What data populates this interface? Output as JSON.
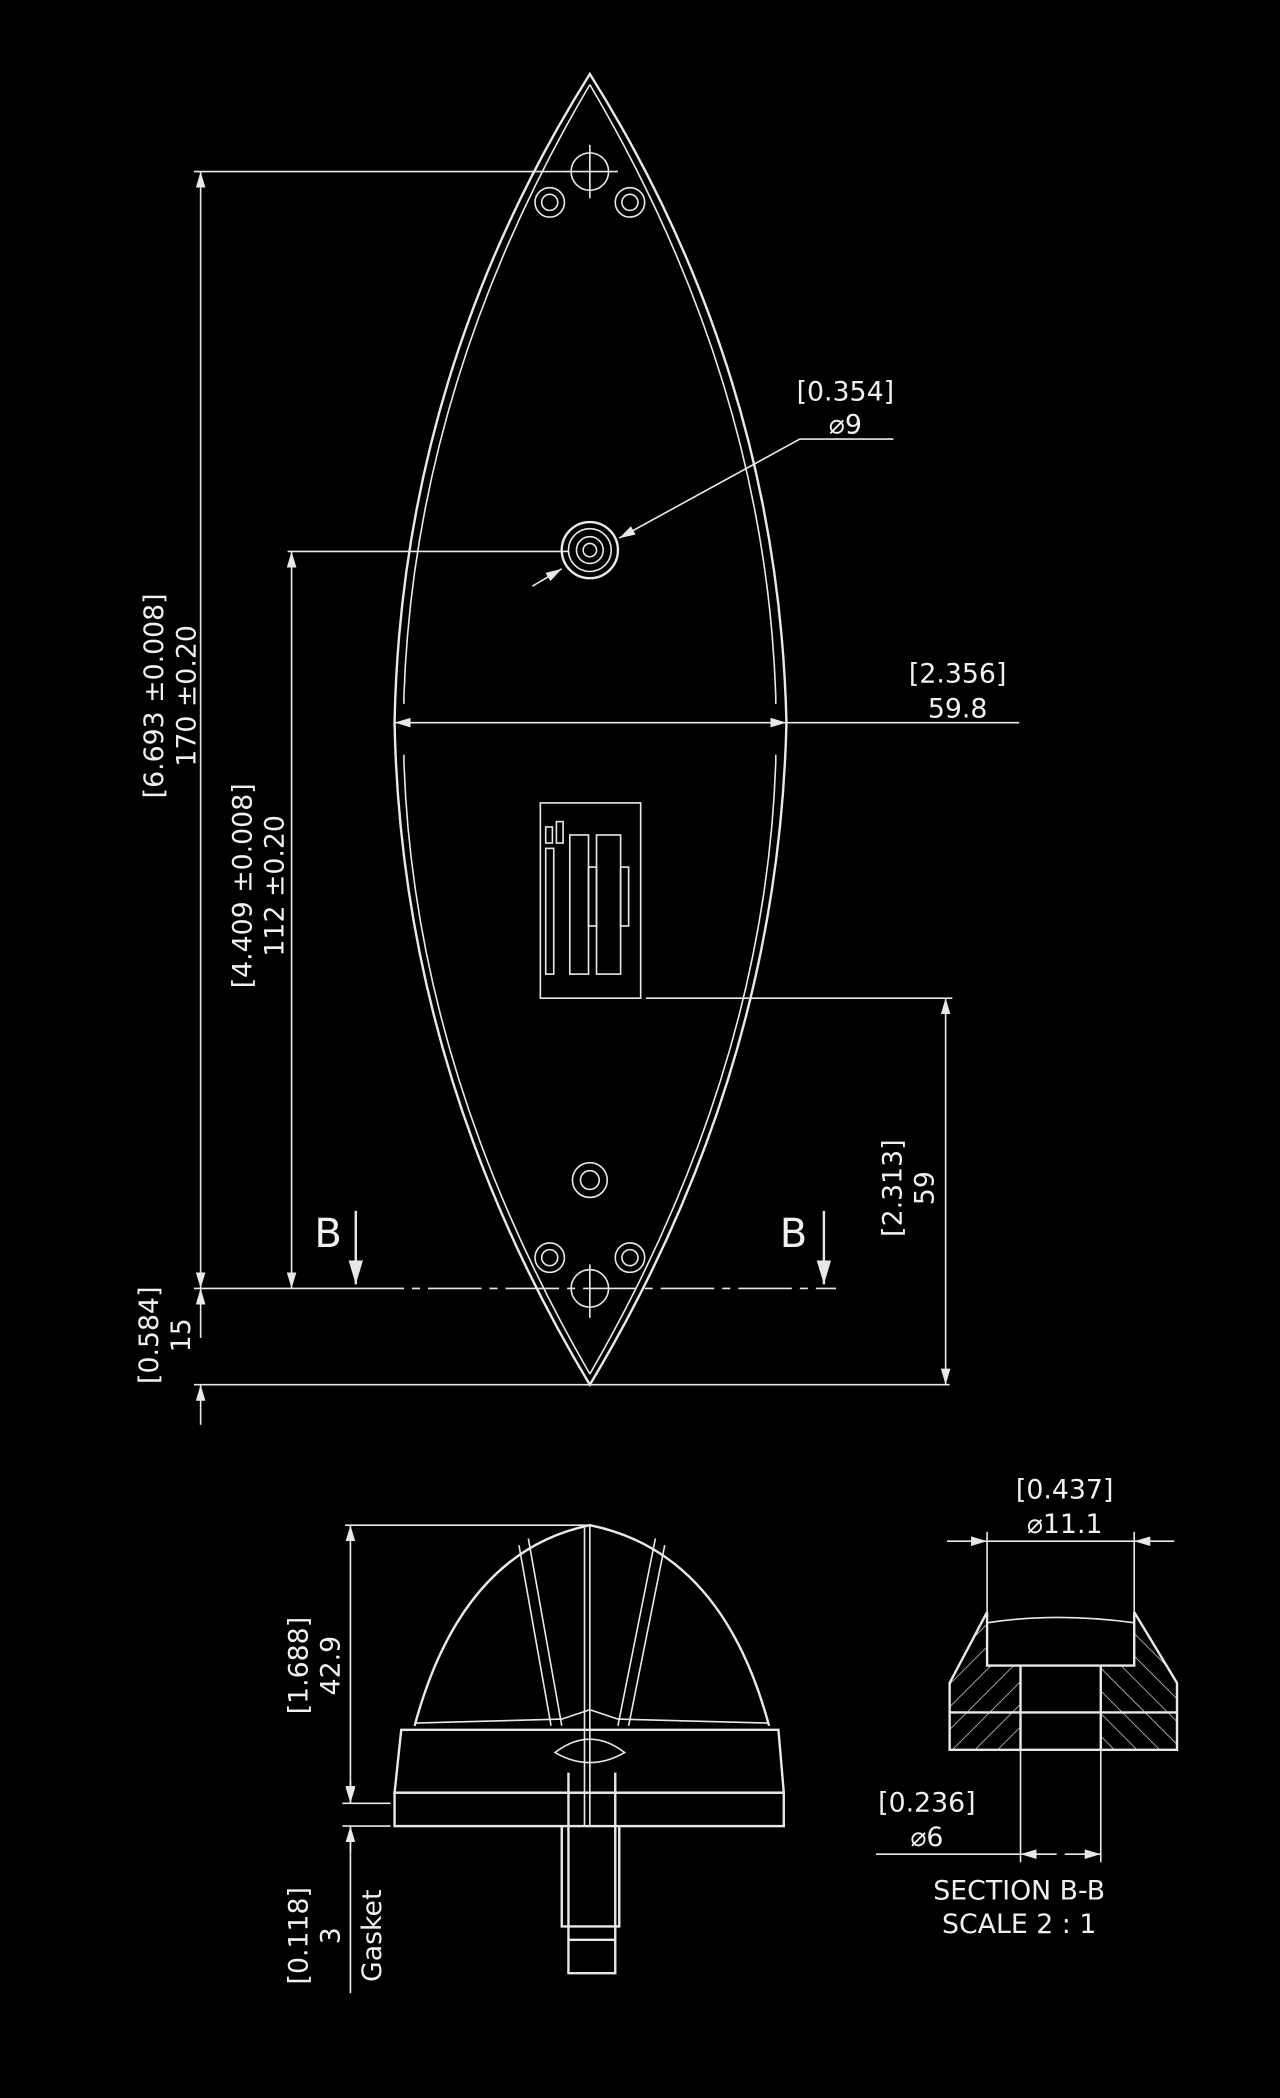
{
  "colors": {
    "background": "#000000",
    "lines": "#e8e8e8"
  },
  "top_view": {
    "overall_length": {
      "inch": "[6.693 ±0.008]",
      "mm": "170 ±0.20"
    },
    "hole_position": {
      "inch": "[4.409 ±0.008]",
      "mm": "112 ±0.20"
    },
    "bottom_offset": {
      "inch": "[0.584]",
      "mm": "15"
    },
    "hole_diameter": {
      "inch": "[0.354]",
      "mm": "⌀9"
    },
    "width": {
      "inch": "[2.356]",
      "mm": "59.8"
    },
    "component_offset": {
      "inch": "[2.313]",
      "mm": "59"
    },
    "section_marker_left": "B",
    "section_marker_right": "B"
  },
  "side_view": {
    "height": {
      "inch": "[1.688]",
      "mm": "42.9"
    },
    "gasket": {
      "inch": "[0.118]",
      "mm": "3",
      "label": "Gasket"
    }
  },
  "section": {
    "outer_diameter": {
      "inch": "[0.437]",
      "mm": "⌀11.1"
    },
    "inner_diameter": {
      "inch": "[0.236]",
      "mm": "⌀6"
    },
    "title": "SECTION B-B",
    "scale": "SCALE 2 : 1"
  }
}
